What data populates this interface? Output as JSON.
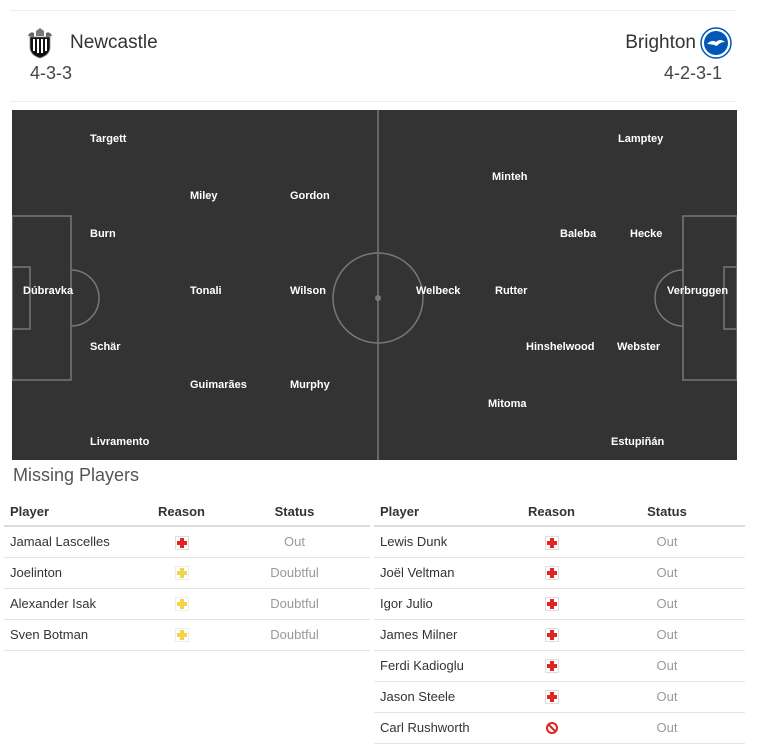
{
  "home": {
    "name": "Newcastle",
    "formation": "4-3-3",
    "crest_icon": "newcastle-crest-icon",
    "players": [
      "Targett",
      "Burn",
      "Dúbravka",
      "Schär",
      "Livramento",
      "Miley",
      "Tonali",
      "Guimarães",
      "Gordon",
      "Wilson",
      "Murphy"
    ]
  },
  "away": {
    "name": "Brighton",
    "formation": "4-2-3-1",
    "crest_icon": "brighton-crest-icon",
    "players": [
      "Lamptey",
      "Minteh",
      "Baleba",
      "Hecke",
      "Welbeck",
      "Rutter",
      "Verbruggen",
      "Hinshelwood",
      "Webster",
      "Mitoma",
      "Estupiñán"
    ]
  },
  "missing": {
    "title": "Missing Players",
    "headers": {
      "player": "Player",
      "reason": "Reason",
      "status": "Status"
    },
    "home": [
      {
        "player": "Jamaal Lascelles",
        "reason": "injury-icon",
        "status": "Out"
      },
      {
        "player": "Joelinton",
        "reason": "doubtful-injury-icon",
        "status": "Doubtful"
      },
      {
        "player": "Alexander Isak",
        "reason": "doubtful-injury-icon",
        "status": "Doubtful"
      },
      {
        "player": "Sven Botman",
        "reason": "doubtful-injury-icon",
        "status": "Doubtful"
      }
    ],
    "away": [
      {
        "player": "Lewis Dunk",
        "reason": "injury-icon",
        "status": "Out"
      },
      {
        "player": "Joël Veltman",
        "reason": "injury-icon",
        "status": "Out"
      },
      {
        "player": "Igor Julio",
        "reason": "injury-icon",
        "status": "Out"
      },
      {
        "player": "James Milner",
        "reason": "injury-icon",
        "status": "Out"
      },
      {
        "player": "Ferdi Kadioglu",
        "reason": "injury-icon",
        "status": "Out"
      },
      {
        "player": "Jason Steele",
        "reason": "injury-icon",
        "status": "Out"
      },
      {
        "player": "Carl Rushworth",
        "reason": "ineligible-icon",
        "status": "Out"
      }
    ]
  },
  "colors": {
    "pitch": "#333333",
    "injury": "#e02424",
    "doubtful": "#f3d34a",
    "ineligible": "#e02424",
    "brighton_blue": "#0057b8"
  }
}
